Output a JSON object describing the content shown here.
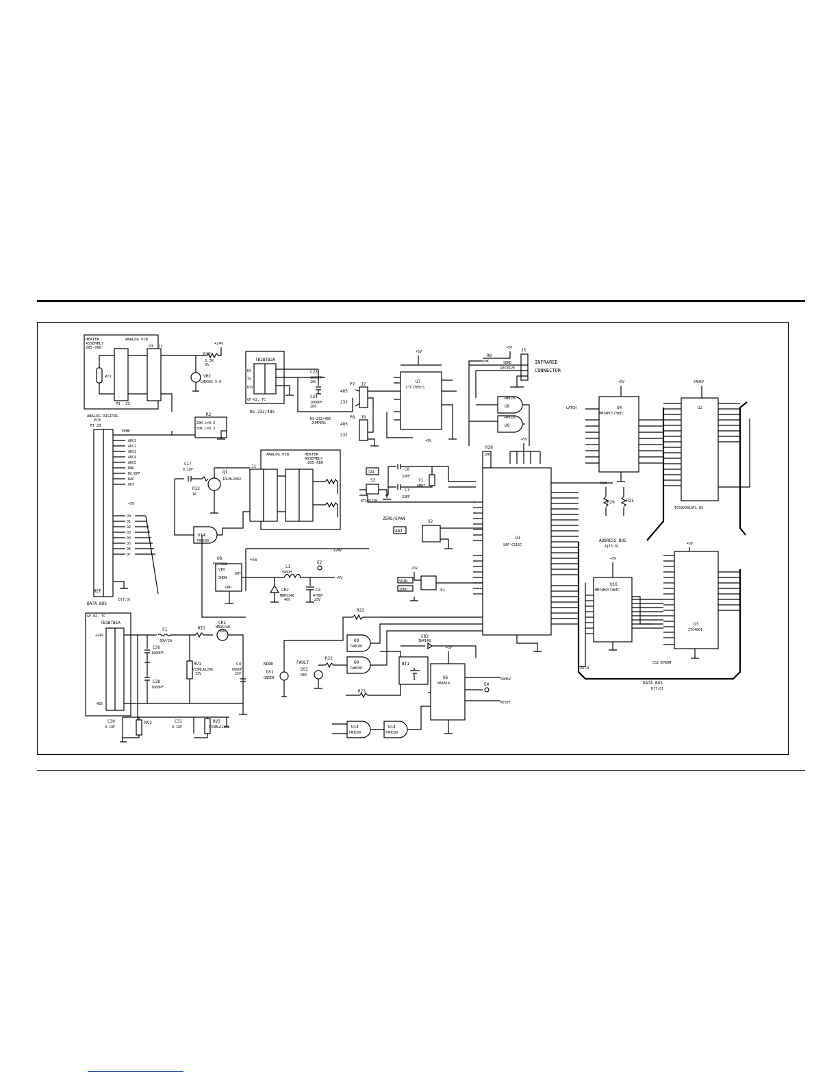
{
  "labels": {
    "heater_assembly": [
      "HEATER",
      "ASSEMBLY",
      "205-090"
    ],
    "analog_pcb_top": "ANALOG PCB",
    "rt1": "RT1",
    "p3": "P3",
    "j3": "J3",
    "j1": "J1",
    "r27": "R27",
    "r27_val": "3.3K",
    "r27_tol": "5%",
    "plus24_top": "+24V",
    "vr2": "VR2",
    "vr2_part": "LM9392-5.0",
    "r2": "R2",
    "r2_val1": "20K L=0.3",
    "r2_val2": "50K L=0.3",
    "analog_digital_pcb": [
      "ANALOG DIGITAL",
      "PCB"
    ],
    "p3_j3": "P3 J3",
    "temp": "TEMP",
    "adc_lines": [
      "ADC1",
      "ADC2",
      "ADC3",
      "ADC4",
      "ADC5",
      "RNG",
      "HC/OFF",
      "DAC",
      "OUT"
    ],
    "plus5v_label": "+5V",
    "d_lines": [
      "D0",
      "D1",
      "D2",
      "D3",
      "D4",
      "D5",
      "D6",
      "D7"
    ],
    "ref": "REF",
    "data_bus_left": "DATA BUS",
    "data_bus_left_sub": "D[7:0]",
    "tb2": "TB2",
    "tb2_full": "TB2BTB2A",
    "tb2_pins": [
      "RX",
      "TX",
      "RTS"
    ],
    "tb2_ref": "GF-02, TC",
    "rs232_485": "RS-232/485",
    "c23": "C23",
    "c23_val": "1000PF",
    "c23_tol": "20%",
    "c24": "C24",
    "c24_val": "1000PF",
    "c24_tol": "20%",
    "p7": "P7",
    "j7": "J7",
    "p8": "P8",
    "j8": "J8",
    "r485": "485",
    "r232": "232",
    "jumpers": [
      "RS-232/485",
      "JUMPERS"
    ],
    "u7": "U7",
    "u7_part": "LTC1385CS",
    "plus5v": "+5V",
    "r8": "R8",
    "r8_val": "20K",
    "send": "SEND",
    "receive": "RECEIVE",
    "j5": "J5",
    "infrared": [
      "INFRARED",
      "CONNECTOR"
    ],
    "u9": "U9",
    "u9_part": "74HC08",
    "u4": "U4",
    "u4_part": "MM74HC573WTC",
    "latch": "LATCH",
    "u2": "U2",
    "u2_part": "TC58V001AFL-85",
    "vshdn": "54HSV",
    "analog_pcb_right": "ANALOG PCB",
    "heater_assembly_2": [
      "HEATER",
      "ASSEMBLY",
      "205-080"
    ],
    "c17": "C17",
    "c17_val": "0.1UF",
    "q1": "Q1",
    "q1_part": "IRLML2402",
    "r13": "R13",
    "r13_val": "1K",
    "u14": "U14",
    "u14_part": "74HC00",
    "u8": "U8",
    "u8_part": "FC17208",
    "u8_in": "VIN",
    "u8_out": "OUT",
    "u8_gnd": "GND",
    "u8_shdn": "SHDN",
    "l1": "L1",
    "l1_val": "390UH",
    "e2": "E2",
    "cr2": "CR2",
    "cr2_part": "MBRS140",
    "cr2_val": "40V",
    "c3": "C3",
    "c3_val": "470UF",
    "c3_v": "25V",
    "plus24_mid": "+24V",
    "plus5_mid": "+5V",
    "cal": "CAL",
    "s3": "S3",
    "s3_part": "KTS05J2B",
    "c8": "C8",
    "c8_val": "33PF",
    "c7": "C7",
    "c7_val": "33PF",
    "y1": "Y1",
    "y1_val": "8MHZ",
    "r28": "R28",
    "r28_val": "10K",
    "u1": "U1",
    "u1_part": "SAF-C515C",
    "r24": "R24",
    "r26": "R26",
    "r25": "R25",
    "address_bus": "ADDRESS BUS",
    "address_bus_sub": "A[15:0]",
    "zero_span": "ZERO/SPAN",
    "adj": "ADJ",
    "s2": "S2",
    "span": "SPAN",
    "zero": "ZERO",
    "s1": "S1",
    "u16": "U16",
    "u16_part": "MM74HC573WTC",
    "u3": "U3",
    "u3_part": "27C4001",
    "gf_tc": "GF-02, TC",
    "tb1": "TB1",
    "tb1_full": "TB1BTB1A",
    "f1": "F1",
    "f1_val": "30V/2A",
    "rt2": "RT2",
    "cr1": "CR1",
    "cr1_part": "MBRS240",
    "cr1_val": "40V",
    "c26": "C26",
    "c26_val": "1000PF",
    "c28": "C28",
    "c28_val": "1000PF",
    "rv1": "RV1",
    "rv1_part": "V33MLA1206",
    "rv1_v": "33V",
    "c4": "C4",
    "c4_val": "680UF",
    "c4_v": "25V",
    "c30": "C30",
    "c30_val": "0.1UF",
    "rv2": "RV2",
    "c31": "C31",
    "c31_val": "0.1UF",
    "rv3": "RV3",
    "rv3_part": "V33MLA1206",
    "r23": "R23",
    "cr3": "CR3",
    "cr3_part": "1N4148",
    "node": "NODE",
    "ds1": "DS1",
    "green": "GREEN",
    "fault": "FAULT",
    "ds2": "DS2",
    "red": "RED",
    "r22": "R22",
    "bt1": "BT1",
    "u6": "U6",
    "u6_part": "MAX814",
    "plus5v_low": "+5V",
    "reset": "RESET",
    "u14b": "U14",
    "data_bus_right": "DATA BUS",
    "data_bus_right_sub": "D[7:0]",
    "latch2": "LATCH",
    "e4": "E4",
    "cs_eprom": "CS2 EPROM"
  }
}
